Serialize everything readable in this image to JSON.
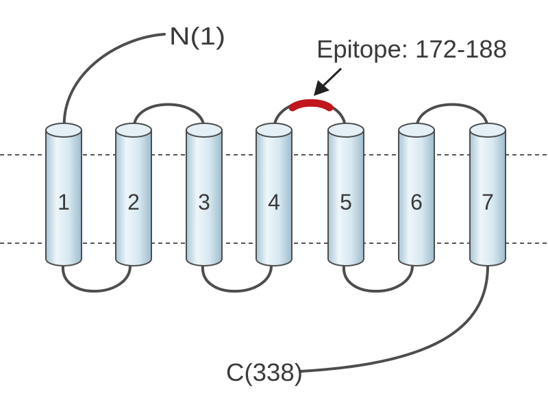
{
  "labels": {
    "n_terminus": "N(1)",
    "c_terminus": "C(338)",
    "epitope": "Epitope: 172-188"
  },
  "helices": [
    "1",
    "2",
    "3",
    "4",
    "5",
    "6",
    "7"
  ],
  "colors": {
    "helix_fill": "#d6e8f0",
    "helix_stroke": "#4d4d4d",
    "loop": "#4d4d4d",
    "epitope": "#c0161c",
    "membrane_line": "#555555",
    "text": "#3a3a3a"
  }
}
